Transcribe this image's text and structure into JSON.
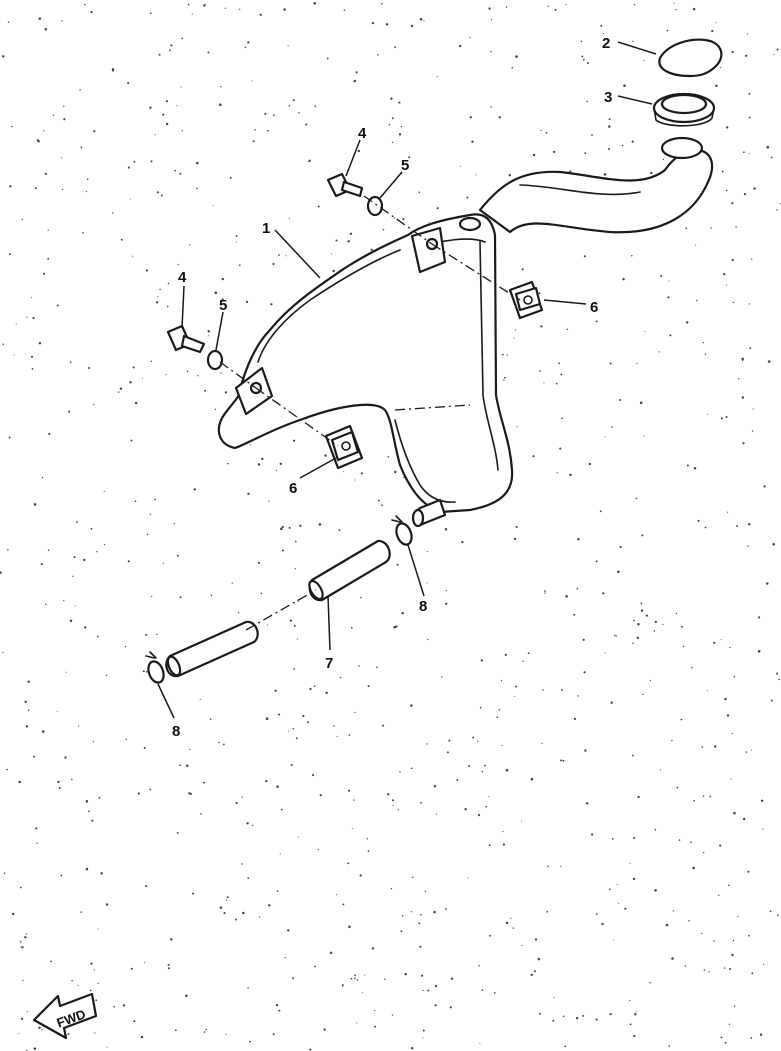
{
  "callouts": {
    "c1": "1",
    "c2": "2",
    "c3": "3",
    "c4a": "4",
    "c4b": "4",
    "c5a": "5",
    "c5b": "5",
    "c6a": "6",
    "c6b": "6",
    "c7": "7",
    "c8a": "8",
    "c8b": "8"
  },
  "direction": {
    "label": "FWD"
  }
}
